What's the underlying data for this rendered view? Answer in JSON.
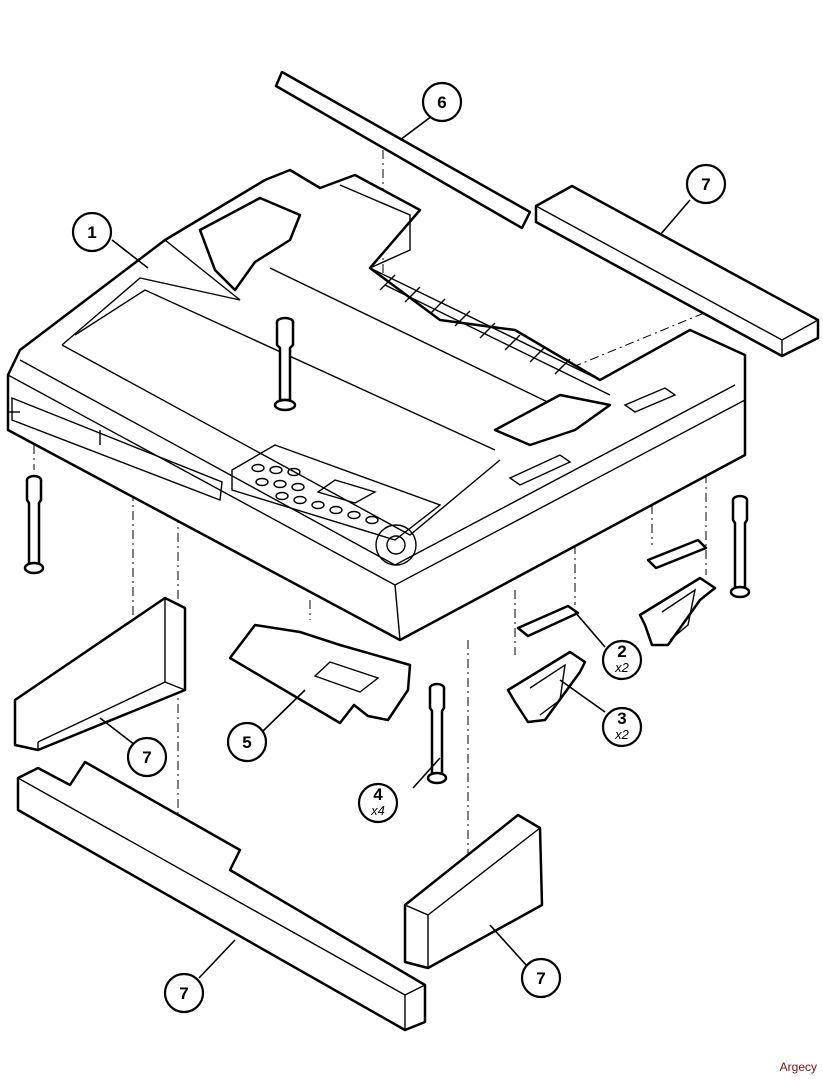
{
  "diagram": {
    "title": "Printer cabinet exploded parts view",
    "callouts": [
      {
        "id": "callout-1",
        "number": "1",
        "qty": ""
      },
      {
        "id": "callout-2",
        "number": "2",
        "qty": "x2"
      },
      {
        "id": "callout-3",
        "number": "3",
        "qty": "x2"
      },
      {
        "id": "callout-4",
        "number": "4",
        "qty": "x4"
      },
      {
        "id": "callout-5",
        "number": "5",
        "qty": ""
      },
      {
        "id": "callout-6",
        "number": "6",
        "qty": ""
      },
      {
        "id": "callout-7a",
        "number": "7",
        "qty": ""
      },
      {
        "id": "callout-7b",
        "number": "7",
        "qty": ""
      },
      {
        "id": "callout-7c",
        "number": "7",
        "qty": ""
      },
      {
        "id": "callout-7d",
        "number": "7",
        "qty": ""
      }
    ]
  },
  "watermark": "Argecy"
}
